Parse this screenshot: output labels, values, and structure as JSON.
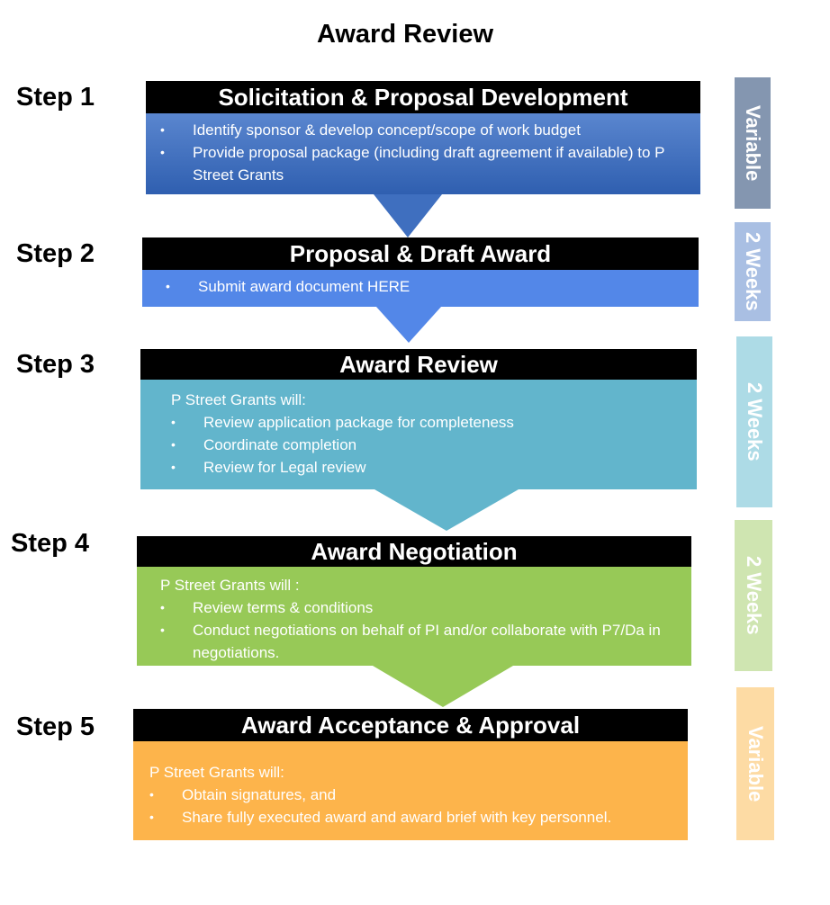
{
  "title": "Award Review",
  "colors": {
    "step1": "#3f6fbf",
    "step2": "#5387e8",
    "step3": "#62b5cc",
    "step4": "#97c957",
    "step5": "#fdb44b",
    "side1": "#8496b0",
    "side2": "#a9bfe3",
    "side3": "#addbe6",
    "side4": "#cfe5b1",
    "side5": "#fddba4"
  },
  "steps": [
    {
      "label": "Step 1",
      "header": "Solicitation & Proposal Development",
      "bullets": [
        "Identify sponsor & develop concept/scope of work budget",
        "Provide proposal package (including draft agreement if available) to P Street Grants"
      ],
      "duration": "Variable"
    },
    {
      "label": "Step 2",
      "header": "Proposal & Draft Award",
      "bullets": [
        "Submit award document HERE"
      ],
      "duration": "2 Weeks"
    },
    {
      "label": "Step 3",
      "header": "Award Review",
      "intro": "P Street Grants will:",
      "bullets": [
        "Review application package for completeness",
        "Coordinate completion",
        "Review for Legal review"
      ],
      "duration": "2 Weeks"
    },
    {
      "label": "Step 4",
      "header": "Award Negotiation",
      "intro": "P Street Grants will :",
      "bullets": [
        "Review terms & conditions",
        "Conduct negotiations on behalf of PI  and/or  collaborate with P7/Da in negotiations."
      ],
      "duration": "2 Weeks"
    },
    {
      "label": "Step 5",
      "header": "Award Acceptance & Approval",
      "intro": "P Street Grants will:",
      "bullets": [
        "Obtain signatures, and",
        "Share fully executed award and award brief with key personnel."
      ],
      "duration": "Variable"
    }
  ]
}
